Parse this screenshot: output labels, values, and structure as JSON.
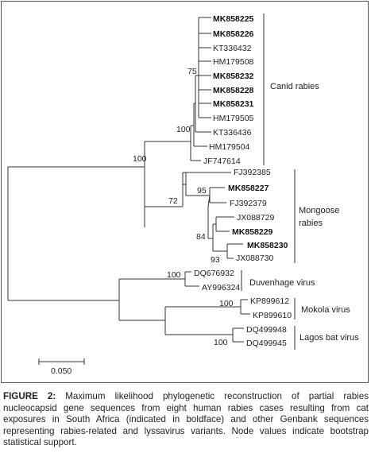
{
  "figure": {
    "leaves": [
      {
        "label": "MK858225",
        "bold": true
      },
      {
        "label": "MK858226",
        "bold": true
      },
      {
        "label": "KT336432",
        "bold": false
      },
      {
        "label": "HM179508",
        "bold": false
      },
      {
        "label": "MK858232",
        "bold": true
      },
      {
        "label": "MK858228",
        "bold": true
      },
      {
        "label": "MK858231",
        "bold": true
      },
      {
        "label": "HM179505",
        "bold": false
      },
      {
        "label": "KT336436",
        "bold": false
      },
      {
        "label": "HM179504",
        "bold": false
      },
      {
        "label": "JF747614",
        "bold": false
      },
      {
        "label": "FJ392385",
        "bold": false
      },
      {
        "label": "MK858227",
        "bold": true
      },
      {
        "label": "FJ392379",
        "bold": false
      },
      {
        "label": "JX088729",
        "bold": false
      },
      {
        "label": "MK858229",
        "bold": true
      },
      {
        "label": "MK858230",
        "bold": true
      },
      {
        "label": "JX088730",
        "bold": false
      },
      {
        "label": "DQ676932",
        "bold": false
      },
      {
        "label": "AY996324",
        "bold": false
      },
      {
        "label": "KP899612",
        "bold": false
      },
      {
        "label": "KP899610",
        "bold": false
      },
      {
        "label": "DQ499948",
        "bold": false
      },
      {
        "label": "DQ499945",
        "bold": false
      }
    ],
    "bootstrap": [
      "75",
      "100",
      "100",
      "95",
      "72",
      "84",
      "93",
      "100",
      "100",
      "100"
    ],
    "clades": {
      "canid": "Canid rabies",
      "mongoose_line1": "Mongoose",
      "mongoose_line2": "rabies",
      "duvenhage": "Duvenhage virus",
      "mokola": "Mokola virus",
      "lagos": "Lagos bat virus"
    },
    "scale_bar": "0.050"
  },
  "caption": {
    "label": "FIGURE 2:",
    "text": "Maximum likelihood phylogenetic reconstruction of partial rabies nucleocapsid gene sequences from eight human rabies cases resulting from cat exposures in South Africa (indicated in boldface) and other Genbank sequences representing rabies-related and lyssavirus variants. Node values indicate bootstrap statistical support."
  }
}
